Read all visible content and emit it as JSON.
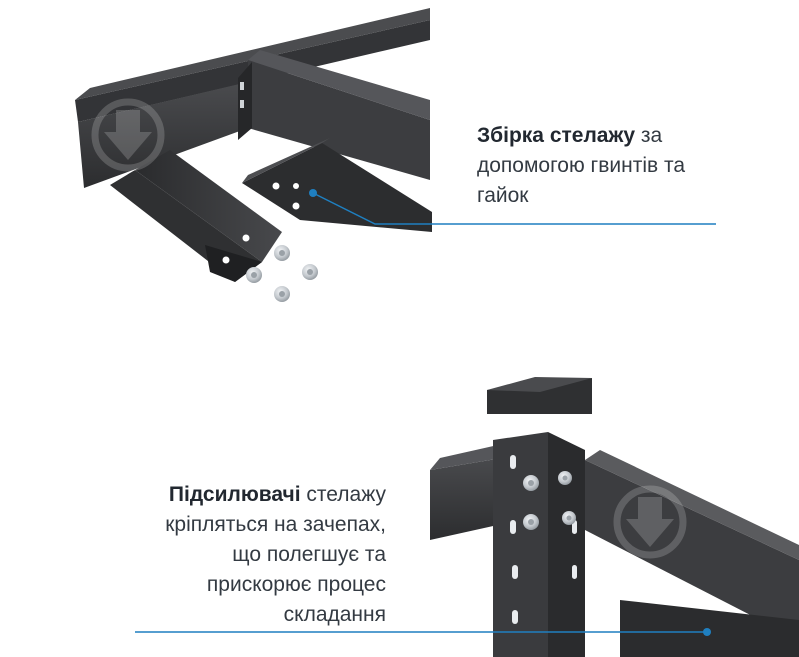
{
  "callout_top": {
    "bold": "Збірка стелажу",
    "rest_line1": " за",
    "line2": "допомогою гвинтів та",
    "line3": "гайок"
  },
  "callout_bottom": {
    "bold": "Підсилювачі",
    "rest_line1": " стелажу",
    "line2": "кріпляться на зачепах,",
    "line3": "що полегшує та",
    "line4": "прискорює процес",
    "line5": "складання"
  },
  "colors": {
    "metal": "#3a3b3d",
    "metal_dark": "#252628",
    "metal_light": "#5a5b5e",
    "accent_line": "#1f7fc0",
    "bolt": "#c9ced3"
  },
  "icons": {
    "top_watermark": "download-arrow-icon",
    "bottom_watermark": "download-arrow-icon",
    "bolts": "bolt-icon"
  }
}
